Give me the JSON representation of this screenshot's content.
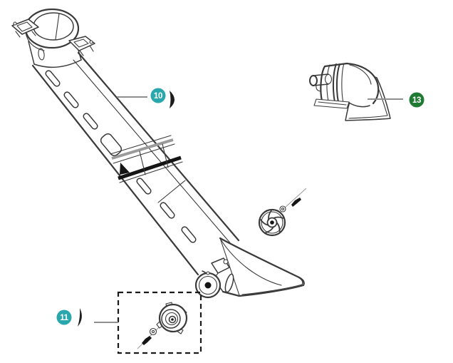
{
  "page": {
    "type": "illustrated-parts-diagram",
    "background": "#ffffff"
  },
  "colors": {
    "outline": "#3a3a3a",
    "leader": "#8f8f8f",
    "callout_teal": "#2aa7ad",
    "callout_green": "#1f7a33",
    "callout_text": "#ffffff",
    "dark_fill": "#151515"
  },
  "callouts": [
    {
      "label": "10",
      "color": "#2aa7ad"
    },
    {
      "label": "11",
      "color": "#2aa7ad"
    },
    {
      "label": "13",
      "color": "#1f7a33"
    }
  ],
  "parts": [
    {
      "callout": "10",
      "icon": "vacuum-tube-assembly-icon"
    },
    {
      "callout": "11",
      "icon": "wheel-knob-screw-kit-icon"
    },
    {
      "callout": "13",
      "icon": "elbow-nozzle-icon"
    }
  ]
}
